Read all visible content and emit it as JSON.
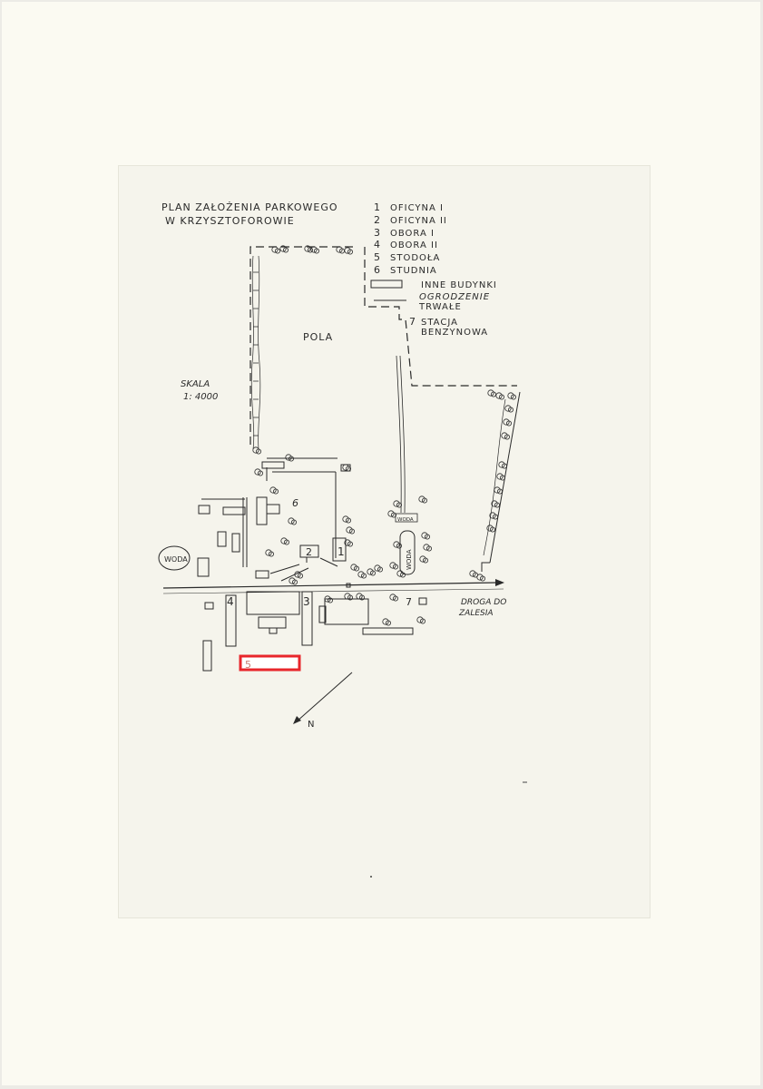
{
  "title_line1": "PLAN ZAŁOŻENIA PARKOWEGO",
  "title_line2": "W  KRZYSZTOFOROWIE",
  "legend": [
    {
      "num": "1",
      "text": "OFICYNA I"
    },
    {
      "num": "2",
      "text": "OFICYNA II"
    },
    {
      "num": "3",
      "text": "OBORA I"
    },
    {
      "num": "4",
      "text": "OBORA II"
    },
    {
      "num": "5",
      "text": "STODOŁA"
    },
    {
      "num": "6",
      "text": "STUDNIA"
    }
  ],
  "legend_symbols": {
    "other_buildings": "INNE BUDYNKI",
    "fence_line1": "OGRODZENIE",
    "fence_line2": "TRWAŁE",
    "station_num": "7",
    "station_line1": "STACJA",
    "station_line2": "BENZYNOWA"
  },
  "scale_line1": "SKALA",
  "scale_line2": "1: 4000",
  "map_labels": {
    "fields": "POLA",
    "water_west": "WODA",
    "water_pond": "WODA",
    "water_small": "WODA",
    "road_line1": "DROGA DO",
    "road_line2": "ZALESIA",
    "north": "N",
    "b1": "1",
    "b2": "2",
    "b3": "3",
    "b4": "4",
    "b5": "5",
    "well": "6",
    "station": "7"
  },
  "highlight_color": "#e8262b",
  "ink_color": "#2a2a2a"
}
